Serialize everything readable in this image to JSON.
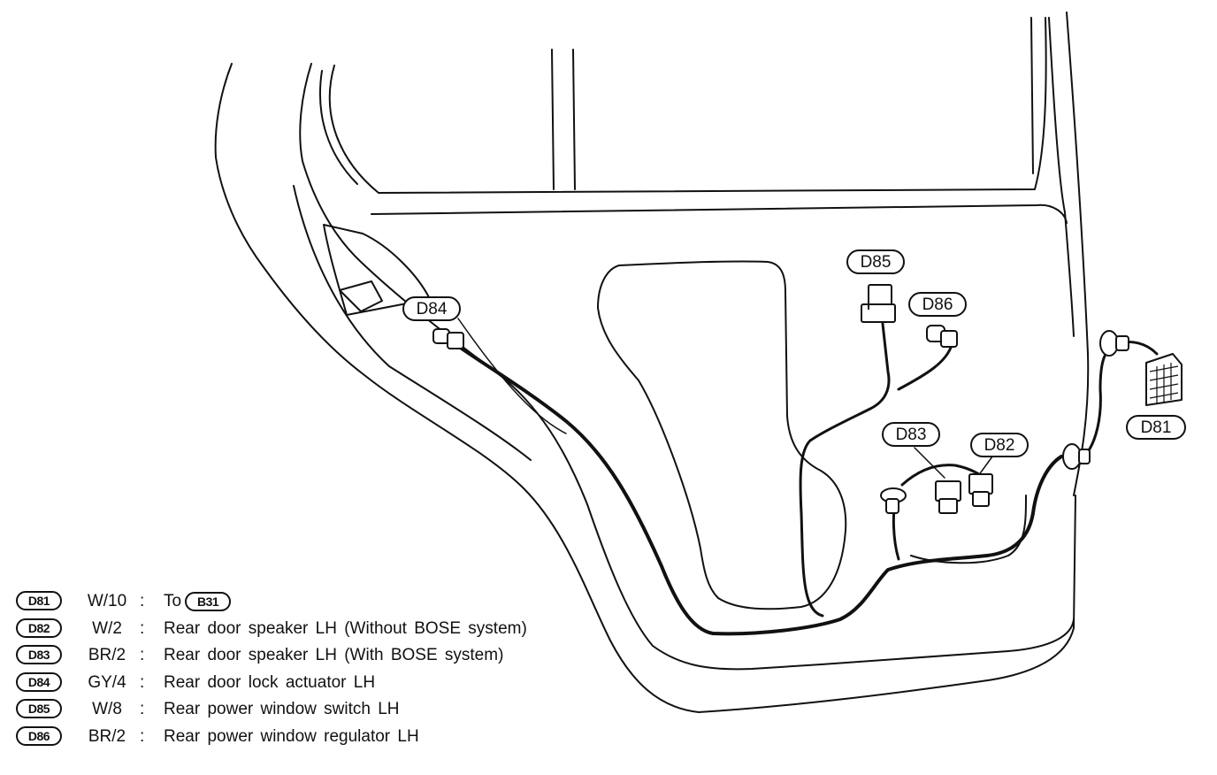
{
  "callouts": {
    "d81": "D81",
    "d82": "D82",
    "d83": "D83",
    "d84": "D84",
    "d85": "D85",
    "d86": "D86"
  },
  "legend": [
    {
      "code": "D81",
      "wire": "W/10",
      "sep": ":",
      "desc": "To",
      "ref": "B31"
    },
    {
      "code": "D82",
      "wire": "W/2",
      "sep": ":",
      "desc": "Rear door speaker LH (Without BOSE system)"
    },
    {
      "code": "D83",
      "wire": "BR/2",
      "sep": ":",
      "desc": "Rear door speaker LH (With BOSE system)"
    },
    {
      "code": "D84",
      "wire": "GY/4",
      "sep": ":",
      "desc": "Rear door lock actuator LH"
    },
    {
      "code": "D85",
      "wire": "W/8",
      "sep": ":",
      "desc": "Rear power window switch LH"
    },
    {
      "code": "D86",
      "wire": "BR/2",
      "sep": ":",
      "desc": "Rear power window regulator LH"
    }
  ]
}
